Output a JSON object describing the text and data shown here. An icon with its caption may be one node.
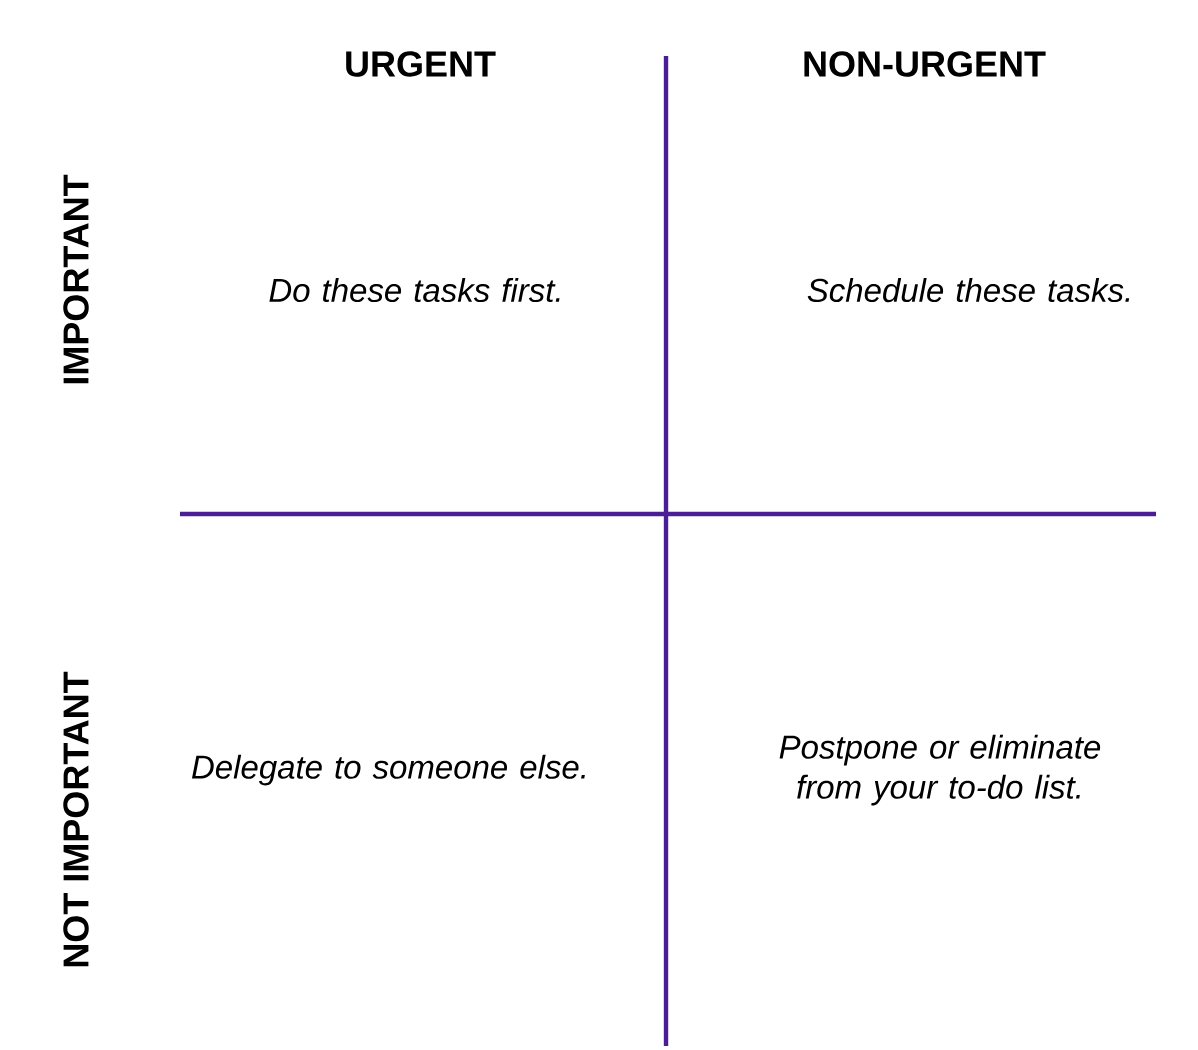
{
  "diagram": {
    "labels": [
      "URGENT",
      "NON-URGENT",
      "IMPORTANT",
      "NOT IMPORTANT",
      "Do these tasks first.",
      "Schedule these tasks.",
      "Delegate to someone else.",
      "Postpone or eliminate from your to-do list."
    ]
  }
}
